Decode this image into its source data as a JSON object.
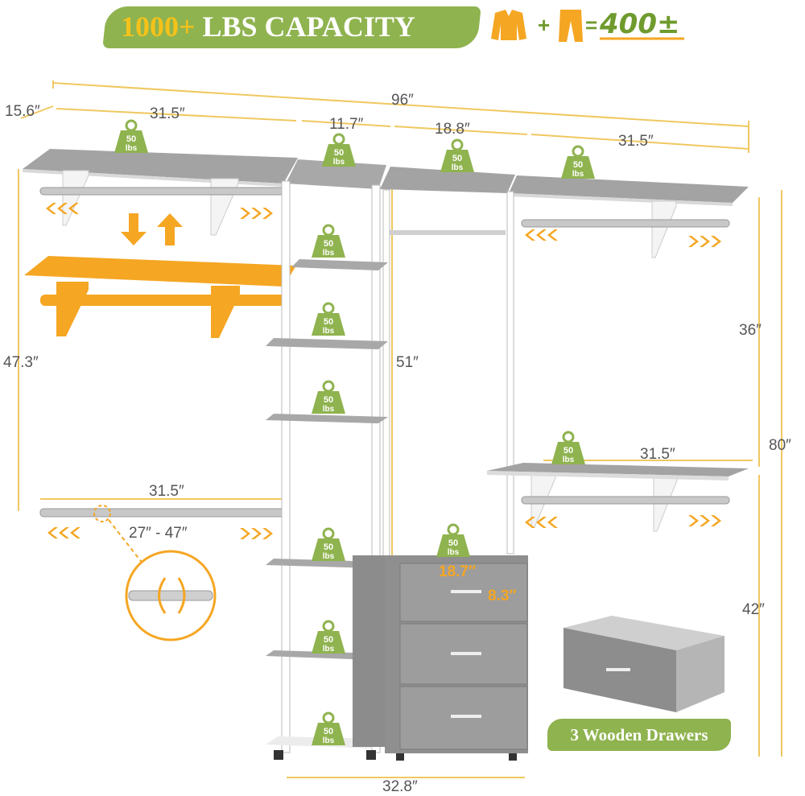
{
  "banner": {
    "number": "1000+",
    "rest": "LBS CAPACITY"
  },
  "equation": {
    "plus": "+",
    "equals": "=",
    "total": "400±"
  },
  "dimensions": {
    "total_width": "96″",
    "depth": "15.6″",
    "shelf_left": "31.5″",
    "tower_width": "11.7″",
    "middle_width": "18.8″",
    "shelf_right": "31.5″",
    "left_height": "47.3″",
    "middle_height": "51″",
    "right_upper": "36″",
    "total_height": "80″",
    "right_lower": "42″",
    "lower_shelf": "31.5″",
    "rod_length": "31.5″",
    "rod_range": "27″ - 47″",
    "drawer_width": "18.7″",
    "drawer_height": "8.3″",
    "base_width": "32.8″"
  },
  "load_tag": {
    "value": "50",
    "unit": "lbs"
  },
  "drawers_label": "3 Wooden Drawers",
  "colors": {
    "accent": "#f5a623",
    "green": "#8fb34f",
    "shelf": "#9a9a9a",
    "drawer": "#8c8c8c"
  }
}
